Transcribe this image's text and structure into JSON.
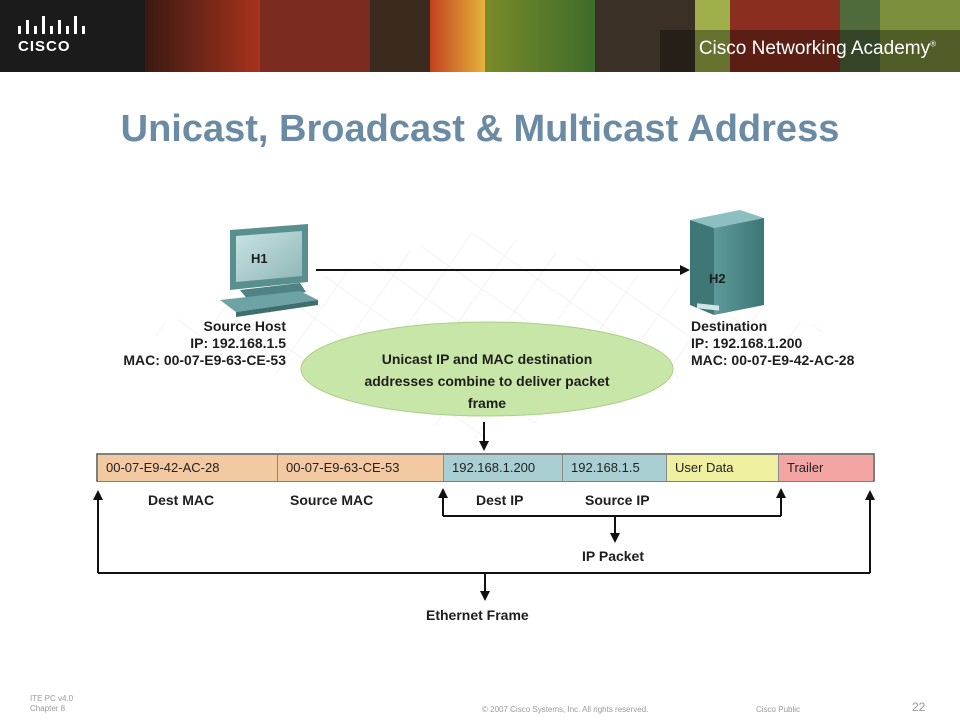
{
  "header": {
    "logo_text": "CISCO",
    "academy_text": "Cisco Networking Academy",
    "trademark": "®"
  },
  "slide": {
    "title": "Unicast, Broadcast & Multicast Address"
  },
  "diagram": {
    "h1_label": "H1",
    "h2_label": "H2",
    "source": {
      "title": "Source Host",
      "ip": "IP: 192.168.1.5",
      "mac": "MAC: 00-07-E9-63-CE-53"
    },
    "destination": {
      "title": "Destination",
      "ip": "IP: 192.168.1.200",
      "mac": "MAC: 00-07-E9-42-AC-28"
    },
    "bubble": {
      "line1": "Unicast IP and MAC destination",
      "line2": "addresses combine to deliver packet",
      "line3": "frame"
    },
    "frame_fields": [
      {
        "text": "00-07-E9-42-AC-28",
        "color": "#f2c9a0"
      },
      {
        "text": "00-07-E9-63-CE-53",
        "color": "#f2c9a0"
      },
      {
        "text": "192.168.1.200",
        "color": "#a9cfd3"
      },
      {
        "text": "192.168.1.5",
        "color": "#a9cfd3"
      },
      {
        "text": "User Data",
        "color": "#eef0a0"
      },
      {
        "text": "Trailer",
        "color": "#f2a5a2"
      }
    ],
    "field_labels": {
      "dest_mac": "Dest MAC",
      "source_mac": "Source MAC",
      "dest_ip": "Dest IP",
      "source_ip": "Source IP"
    },
    "ip_packet": "IP Packet",
    "ethernet_frame": "Ethernet Frame"
  },
  "footer": {
    "course": "ITE PC v4.0",
    "chapter": "Chapter 8",
    "copyright": "© 2007 Cisco Systems, Inc. All rights reserved.",
    "classification": "Cisco Public",
    "page_number": "22"
  }
}
